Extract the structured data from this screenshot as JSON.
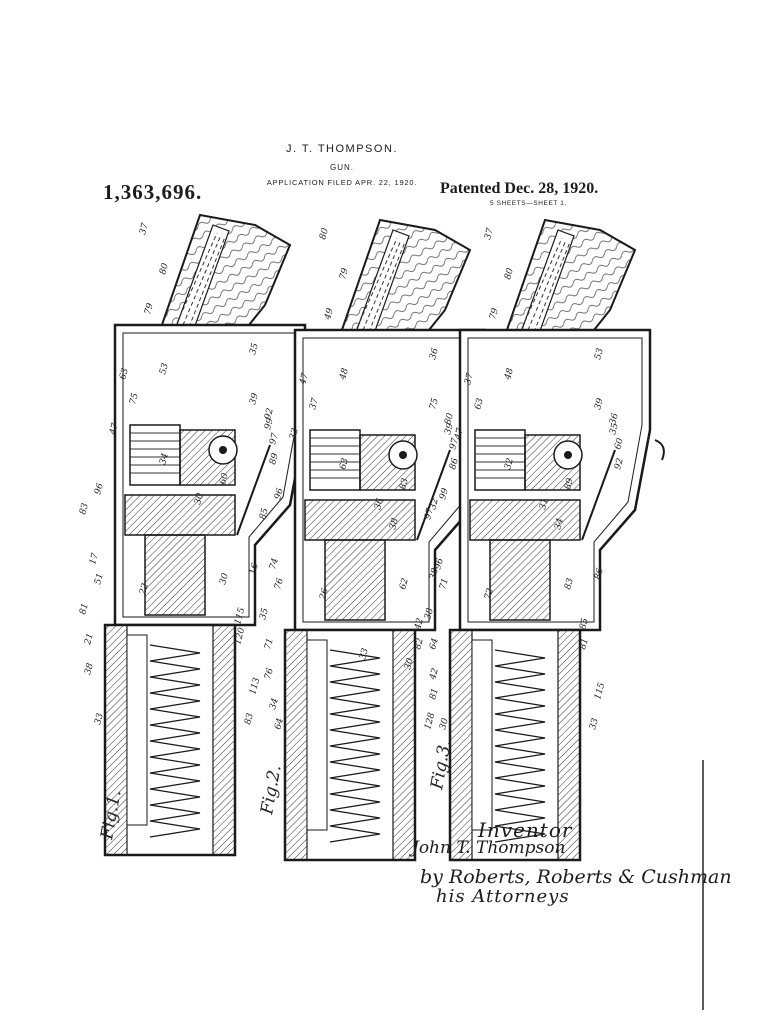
{
  "header": {
    "inventor_name": "J. T. THOMPSON.",
    "title": "GUN.",
    "application": "APPLICATION FILED APR. 22, 1920.",
    "patent_number": "1,363,696.",
    "patent_date": "Patented Dec. 28, 1920.",
    "sheets": "5 SHEETS—SHEET 1."
  },
  "figures": [
    {
      "label": "Fig.1.",
      "refs": [
        "37",
        "80",
        "79",
        "63",
        "53",
        "47",
        "75",
        "35",
        "39",
        "92",
        "99",
        "97",
        "89",
        "96",
        "83",
        "60",
        "17",
        "51",
        "22",
        "30",
        "16",
        "81",
        "21",
        "115",
        "120",
        "38",
        "113",
        "83",
        "33",
        "34",
        "30"
      ]
    },
    {
      "label": "Fig.2.",
      "refs": [
        "80",
        "79",
        "49",
        "47",
        "48",
        "33",
        "37",
        "36",
        "75",
        "80",
        "39",
        "97",
        "86",
        "96",
        "85",
        "83",
        "74",
        "76",
        "26",
        "62",
        "38",
        "35",
        "71",
        "42",
        "82",
        "76",
        "81",
        "128",
        "64",
        "63",
        "36",
        "38",
        "115",
        "30",
        "33",
        "34",
        "32"
      ]
    },
    {
      "label": "Fig.3.",
      "refs": [
        "37",
        "80",
        "79",
        "37",
        "48",
        "47",
        "63",
        "53",
        "39",
        "36",
        "35",
        "60",
        "92",
        "99",
        "97",
        "89",
        "96",
        "71",
        "72",
        "83",
        "86",
        "38",
        "64",
        "85",
        "81",
        "42",
        "115",
        "33",
        "30",
        "32",
        "31",
        "34"
      ]
    }
  ],
  "signature": {
    "inventor_label": "Inventor",
    "inventor_name": "John T. Thompson",
    "by_attorneys": "by Roberts, Roberts & Cushman",
    "attorneys_label": "his Attorneys"
  }
}
